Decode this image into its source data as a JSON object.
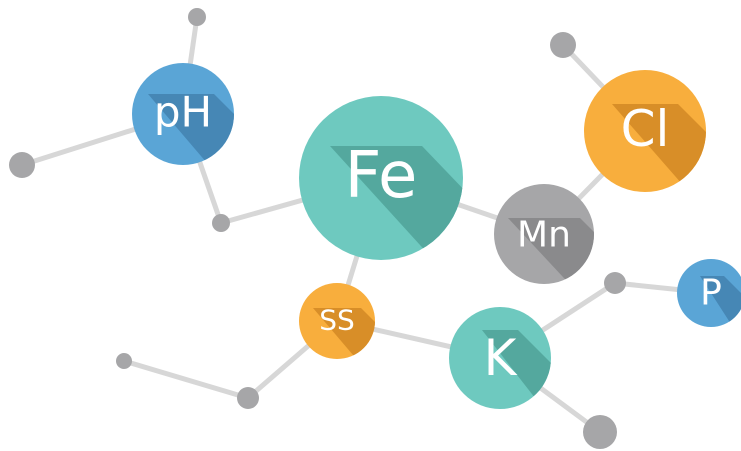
{
  "colors": {
    "teal": "#6ec9bf",
    "teal_shadow": "#54a89e",
    "blue": "#5aa5d6",
    "blue_shadow": "#4687b5",
    "orange": "#f8ae3d",
    "orange_shadow": "#d88e28",
    "gray": "#a6a6a8",
    "gray_shadow": "#8a8a8c",
    "link": "#d7d7d7",
    "dot": "#a6a6a8"
  },
  "nodes": [
    {
      "id": "fe",
      "label": "Fe",
      "color": "teal"
    },
    {
      "id": "ph",
      "label": "pH",
      "color": "blue"
    },
    {
      "id": "cl",
      "label": "Cl",
      "color": "orange"
    },
    {
      "id": "mn",
      "label": "Mn",
      "color": "gray"
    },
    {
      "id": "ss",
      "label": "SS",
      "color": "orange"
    },
    {
      "id": "k",
      "label": "K",
      "color": "teal"
    },
    {
      "id": "p",
      "label": "P",
      "color": "blue"
    }
  ]
}
